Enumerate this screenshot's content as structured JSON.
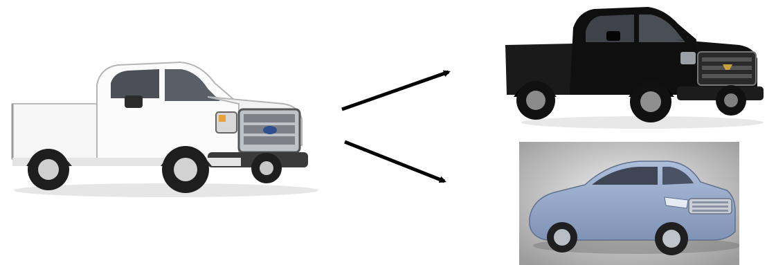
{
  "scene": {
    "source_vehicle": {
      "kind": "pickup-truck",
      "color": "#f4f4f4"
    },
    "targets": [
      {
        "kind": "pickup-truck",
        "color": "#111111"
      },
      {
        "kind": "sedan",
        "color": "#8fa6c9"
      }
    ],
    "arrow_color": "#000000"
  }
}
